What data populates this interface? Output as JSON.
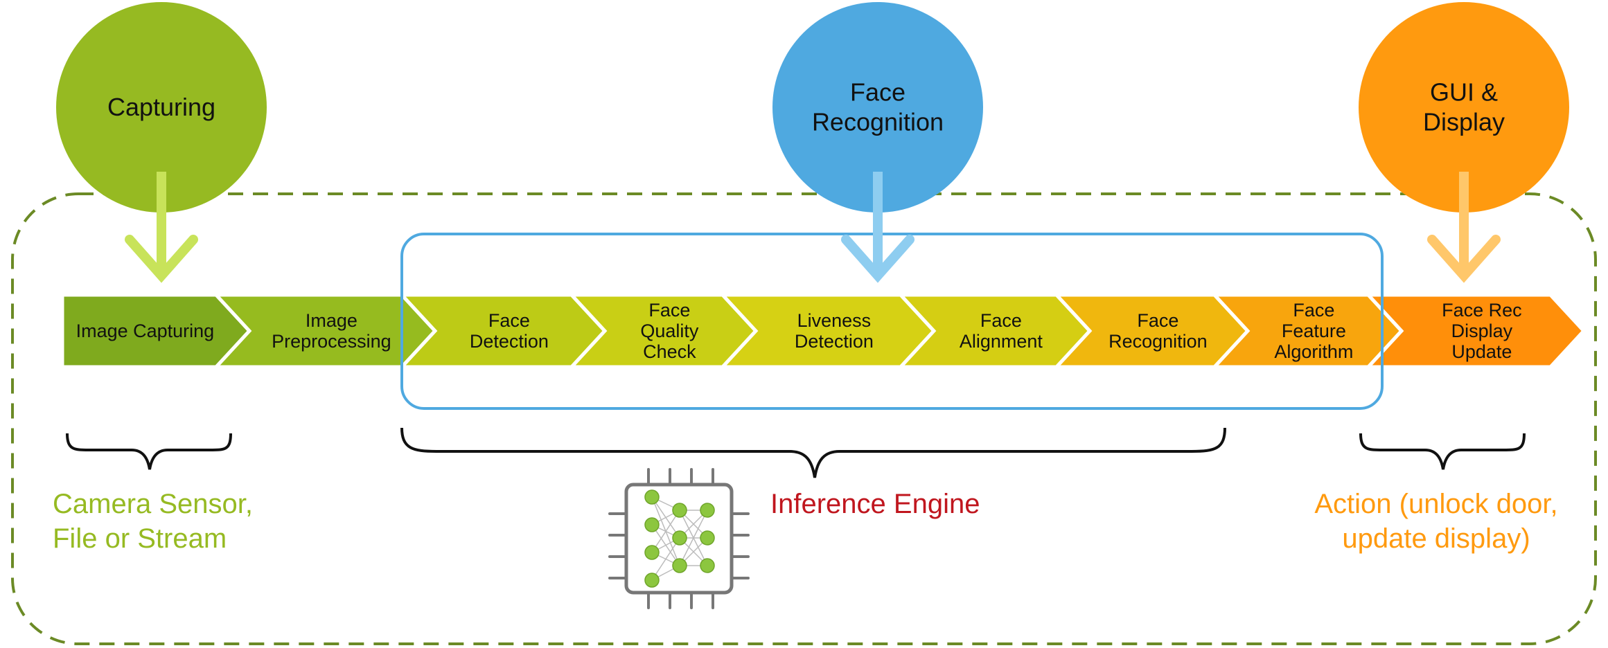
{
  "circles": [
    {
      "id": "capturing",
      "lines": [
        "Capturing"
      ],
      "color": "#96BA22",
      "arrow_color": "#C8E35A"
    },
    {
      "id": "face-recognition",
      "lines": [
        "Face",
        "Recognition"
      ],
      "color": "#4FA9E0",
      "arrow_color": "#8ECDF0"
    },
    {
      "id": "gui-display",
      "lines": [
        "GUI &",
        "Display"
      ],
      "color": "#FF9A0F",
      "arrow_color": "#FFC76A"
    }
  ],
  "stages": [
    {
      "lines": [
        "Image Capturing"
      ],
      "color": "#7FAA1E"
    },
    {
      "lines": [
        "Image",
        "Preprocessing"
      ],
      "color": "#96BB1F"
    },
    {
      "lines": [
        "Face",
        "Detection"
      ],
      "color": "#BDCB16"
    },
    {
      "lines": [
        "Face",
        "Quality",
        "Check"
      ],
      "color": "#C9CF15"
    },
    {
      "lines": [
        "Liveness",
        "Detection"
      ],
      "color": "#D6D114"
    },
    {
      "lines": [
        "Face",
        "Alignment"
      ],
      "color": "#D5CE13"
    },
    {
      "lines": [
        "Face",
        "Recognition"
      ],
      "color": "#F0B70E"
    },
    {
      "lines": [
        "Face",
        "Feature",
        "Algorithm"
      ],
      "color": "#F8A50D"
    },
    {
      "lines": [
        "Face Rec",
        "Display",
        "Update"
      ],
      "color": "#FF8F0A"
    }
  ],
  "captions": {
    "camera": {
      "lines": [
        "Camera Sensor,",
        "File or Stream"
      ],
      "color": "#96BA22"
    },
    "inference": {
      "lines": [
        "Inference Engine"
      ],
      "color": "#C0161E"
    },
    "action": {
      "lines": [
        "Action (unlock door,",
        "update display)"
      ],
      "color": "#FF9A0F"
    }
  },
  "colors": {
    "outer_border": "#6B8A25",
    "inference_box": "#4FA9E0",
    "brace": "#111111",
    "chip_body": "#777777",
    "chip_node": "#8CC63F"
  }
}
